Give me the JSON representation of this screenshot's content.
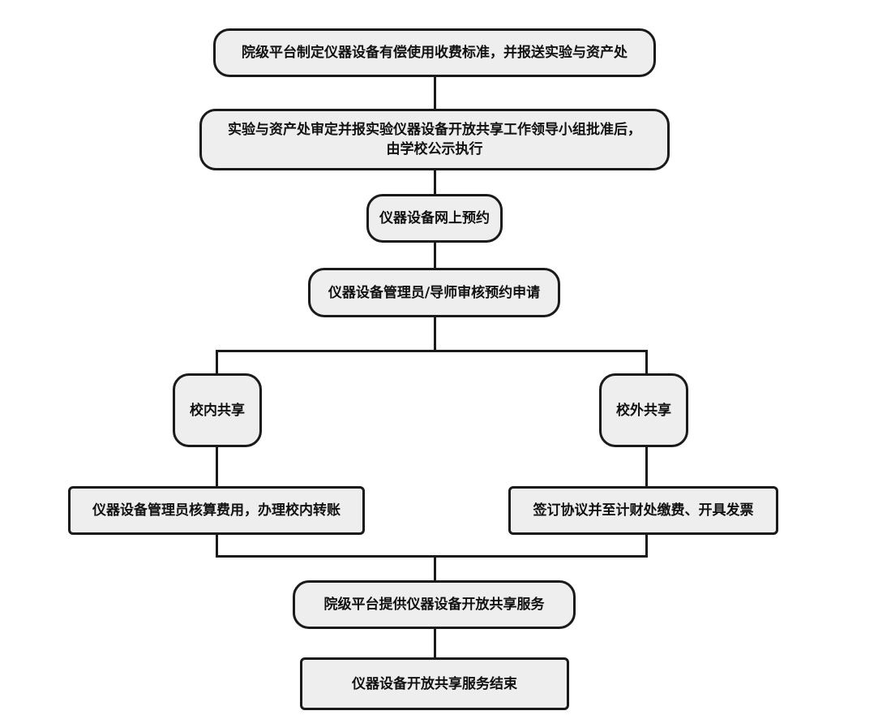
{
  "flowchart": {
    "steps": {
      "s1": "院级平台制定仪器设备有偿使用收费标准，并报送实验与资产处",
      "s2_line1": "实验与资产处审定并报实验仪器设备开放共享工作领导小组批准后，",
      "s2_line2": "由学校公示执行",
      "s3": "仪器设备网上预约",
      "s4": "仪器设备管理员/导师审核预约申请",
      "branch_left": "校内共享",
      "branch_right": "校外共享",
      "left_action": "仪器设备管理员核算费用，办理校内转账",
      "right_action": "签订协议并至计财处缴费、开具发票",
      "s5": "院级平台提供仪器设备开放共享服务",
      "s6": "仪器设备开放共享服务结束"
    }
  },
  "colors": {
    "box_fill": "#eeeeee",
    "box_border": "#1a1a1a",
    "connector": "#1a1a1a",
    "text": "#111111"
  }
}
